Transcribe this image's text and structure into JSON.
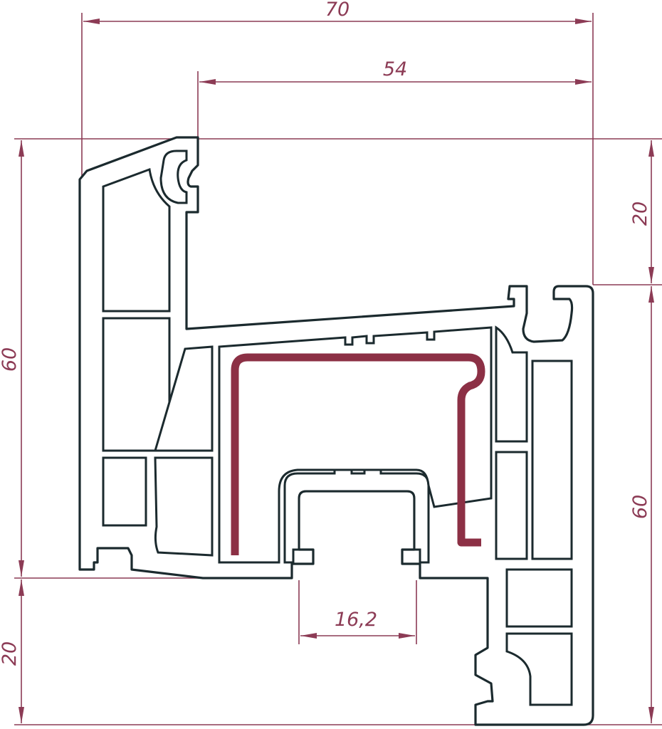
{
  "diagram": {
    "dimensions": {
      "overall_width": "70",
      "sash_width": "54",
      "top_offset": "20",
      "right_height": "60",
      "left_height": "60",
      "bottom_offset": "20",
      "gasket_width": "16,2"
    },
    "colors": {
      "dimension": "#8c3b55",
      "profile": "#1b2a2e",
      "reinforcement": "#8c3045"
    }
  }
}
